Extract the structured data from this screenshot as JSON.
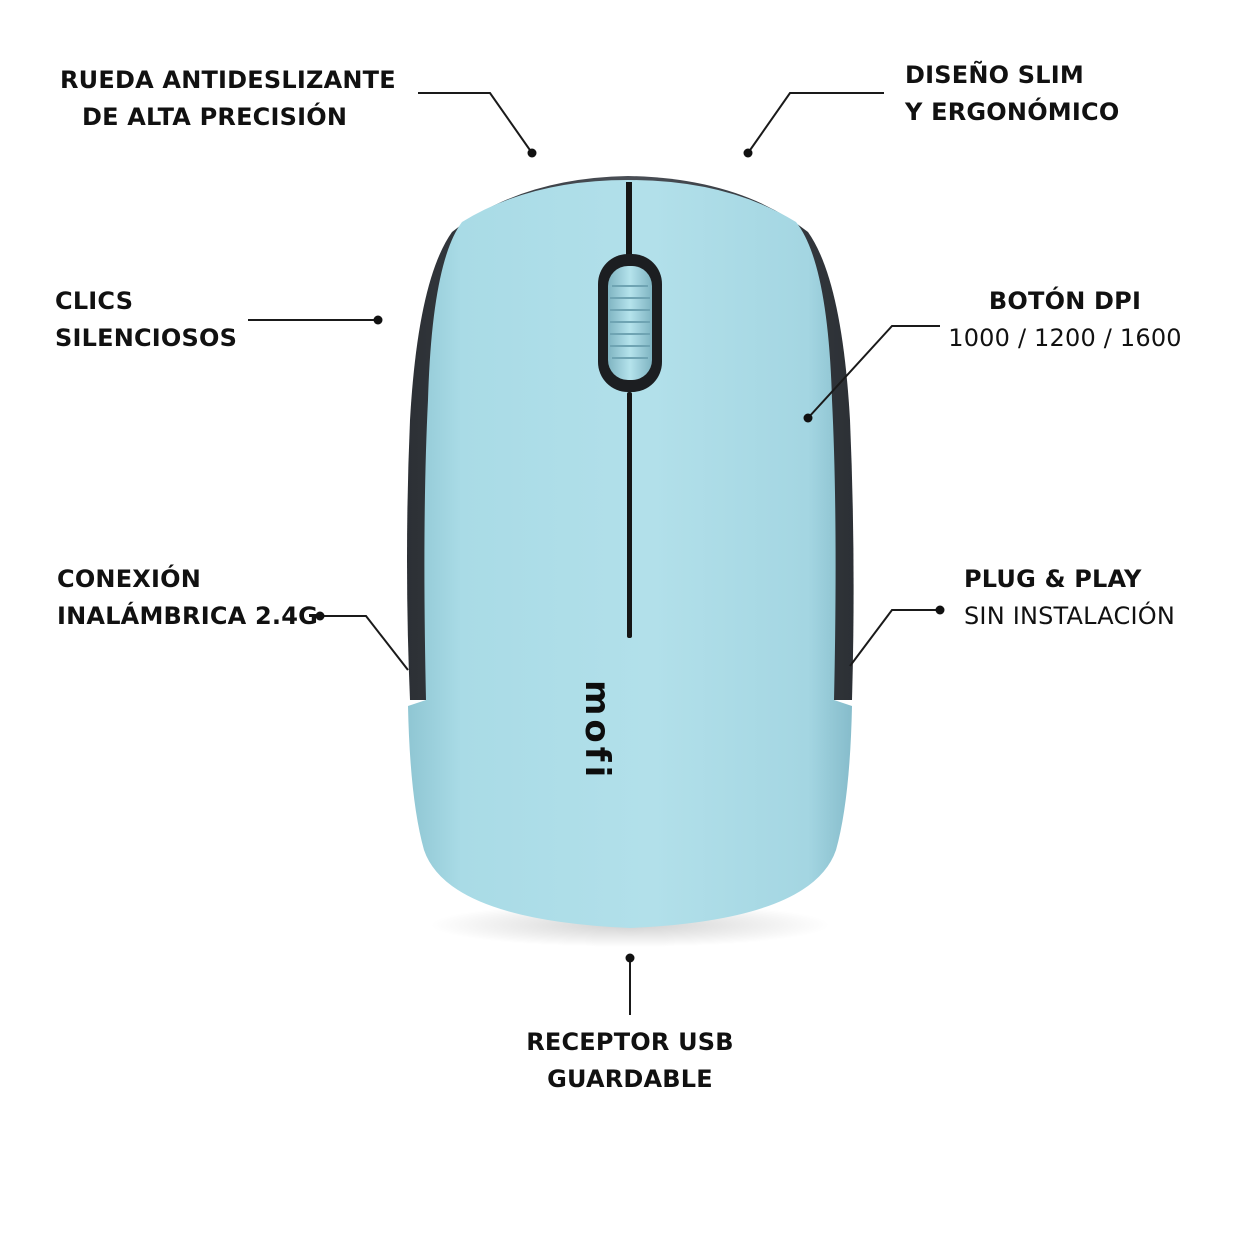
{
  "callouts": {
    "wheel": {
      "line1": "RUEDA ANTIDESLIZANTE",
      "line2": "DE ALTA PRECISIÓN"
    },
    "design": {
      "line1": "DISEÑO SLIM",
      "line2": "Y ERGONÓMICO"
    },
    "clicks": {
      "line1": "CLICS",
      "line2": "SILENCIOSOS"
    },
    "dpi": {
      "line1": "BOTÓN DPI",
      "line2": "1000 / 1200 / 1600"
    },
    "wireless": {
      "line1": "CONEXIÓN",
      "line2": "INALÁMBRICA 2.4G"
    },
    "plug": {
      "line1": "PLUG & PLAY",
      "line2": "SIN INSTALACIÓN"
    },
    "receiver": {
      "line1": "RECEPTOR USB",
      "line2": "GUARDABLE"
    }
  },
  "product": {
    "brand": "mofi",
    "body_color": "#a9dbe6",
    "side_color": "#3b3f45"
  }
}
